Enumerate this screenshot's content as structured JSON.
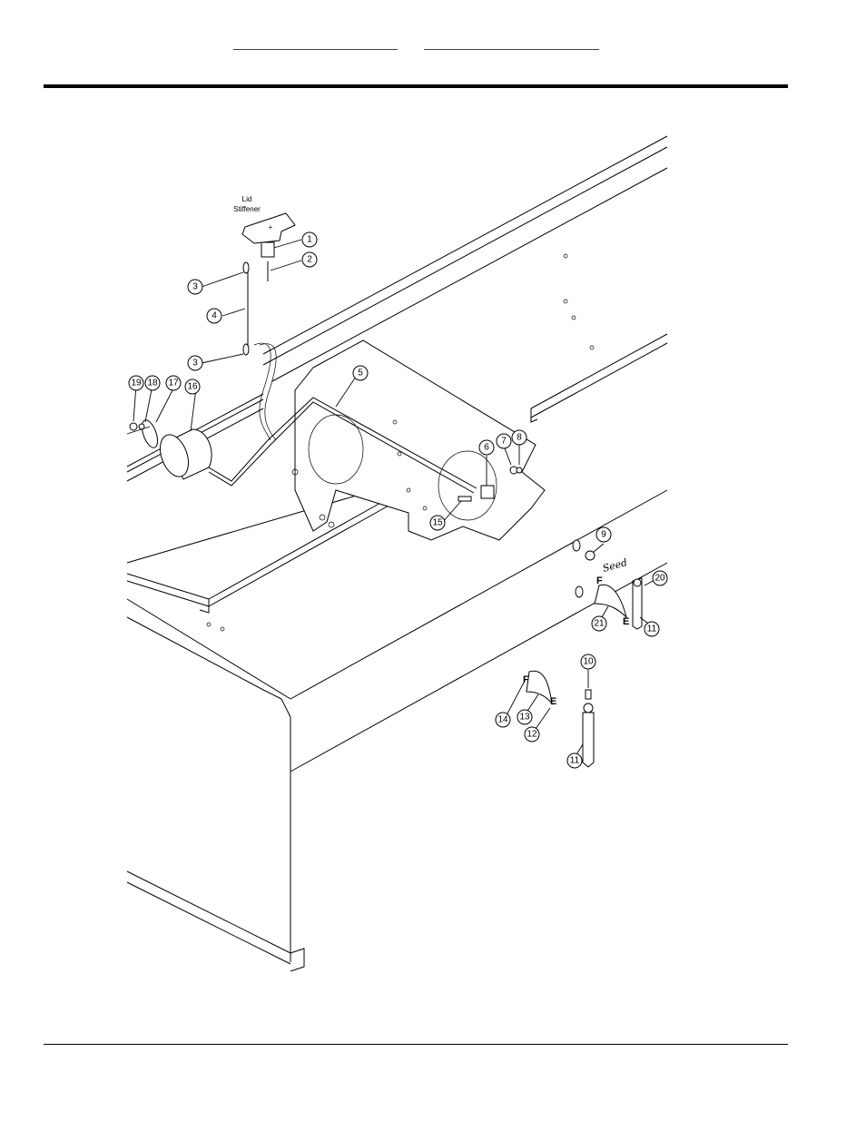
{
  "header": {
    "links": [
      {
        "text": ""
      },
      {
        "text": ""
      }
    ]
  },
  "diagram": {
    "annotation": {
      "line1": "Lid",
      "line2": "Stiffener"
    },
    "callouts": [
      "1",
      "2",
      "3",
      "4",
      "3",
      "5",
      "6",
      "7",
      "8",
      "9",
      "10",
      "11",
      "11",
      "12",
      "13",
      "14",
      "15",
      "16",
      "17",
      "18",
      "19",
      "20",
      "21"
    ],
    "gauge_letters": {
      "upper_f": "F",
      "upper_e": "E",
      "lower_f": "F",
      "lower_e": "E"
    },
    "seed_label": "Seed"
  }
}
